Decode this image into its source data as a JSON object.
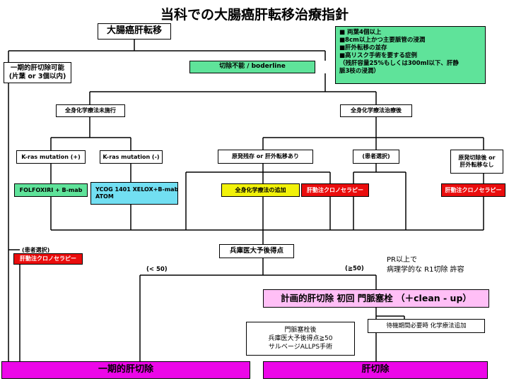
{
  "title": "当科での大腸癌肝転移治療指針",
  "root": "大腸癌肝転移",
  "criteria": [
    "■ 両葉4個以上",
    "■8cm以上かつ主要脈管の浸潤",
    "■肝外転移の並存",
    "■高リスク手術を要する症例",
    "（残肝容量25%もしくは300ml以下、肝静",
    "脈3枝の浸潤）"
  ],
  "resectable": [
    "一期的肝切除可能",
    "(片葉 or  3個以内)"
  ],
  "unresectable": "切除不能 / boderline",
  "no_chemo": "全身化学療法未施行",
  "post_chemo": "全身化学療法治療後",
  "kras_pos": "K-ras mutation (+)",
  "kras_neg": "K-ras mutation (-)",
  "residual": "原発残存  or  肝外転移あり",
  "patient_choice": "(患者選択)",
  "post_resection": [
    "原発切除後 or",
    "肝外転移なし"
  ],
  "folfoxiri": "FOLFOXIRI + B-mab",
  "ycog": [
    "YCOG 1401 XELOX+B-mab",
    "ATOM"
  ],
  "add_chemo": "全身化学療法の追加",
  "hai_1": "肝動注クロノセラピー",
  "hai_2": "肝動注クロノセラピー",
  "left_patient_choice": "(患者選択)",
  "hai_left": "肝動注クロノセラピー",
  "score": "兵庫医大予後得点",
  "pr_note": [
    "PR以上で",
    "病理学的な R1切除  許容"
  ],
  "lt50": "(< 50)",
  "ge50": "(≧50)",
  "planned": "計画的肝切除  初回  門脈塞栓 （＋clean - up）",
  "wait_note": "待機期間必要時  化学療法追加",
  "post_embol": [
    "門脈塞栓後",
    "兵庫医大予後得点≧50",
    "サルベージALLPS手術"
  ],
  "one_stage": "一期的肝切除",
  "hepatectomy": "肝切除",
  "colors": {
    "green": "#5fe39a",
    "cyan": "#72dff2",
    "yellow": "#f2f20a",
    "red": "#ea0d0d",
    "pink": "#ffbff6",
    "magenta": "#ec07e8"
  }
}
